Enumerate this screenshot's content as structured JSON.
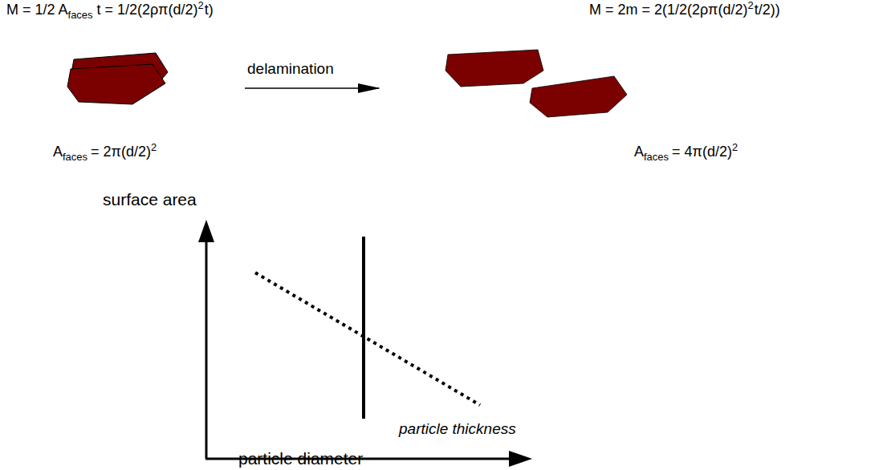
{
  "diagram": {
    "labels": [
      "M = 1/2 A",
      "faces",
      "t = 1/2(2ρπ(d/2)",
      "2",
      "t)",
      "delamination",
      "M = 2m = 2(1/2(2ρπ(d/2)",
      "2",
      "t/2))",
      "A",
      "faces",
      "= 2π(d/2)",
      "2",
      "A",
      "faces",
      "= 4π(d/2)",
      "2",
      "surface area",
      "particle thickness",
      "particle diameter"
    ]
  }
}
